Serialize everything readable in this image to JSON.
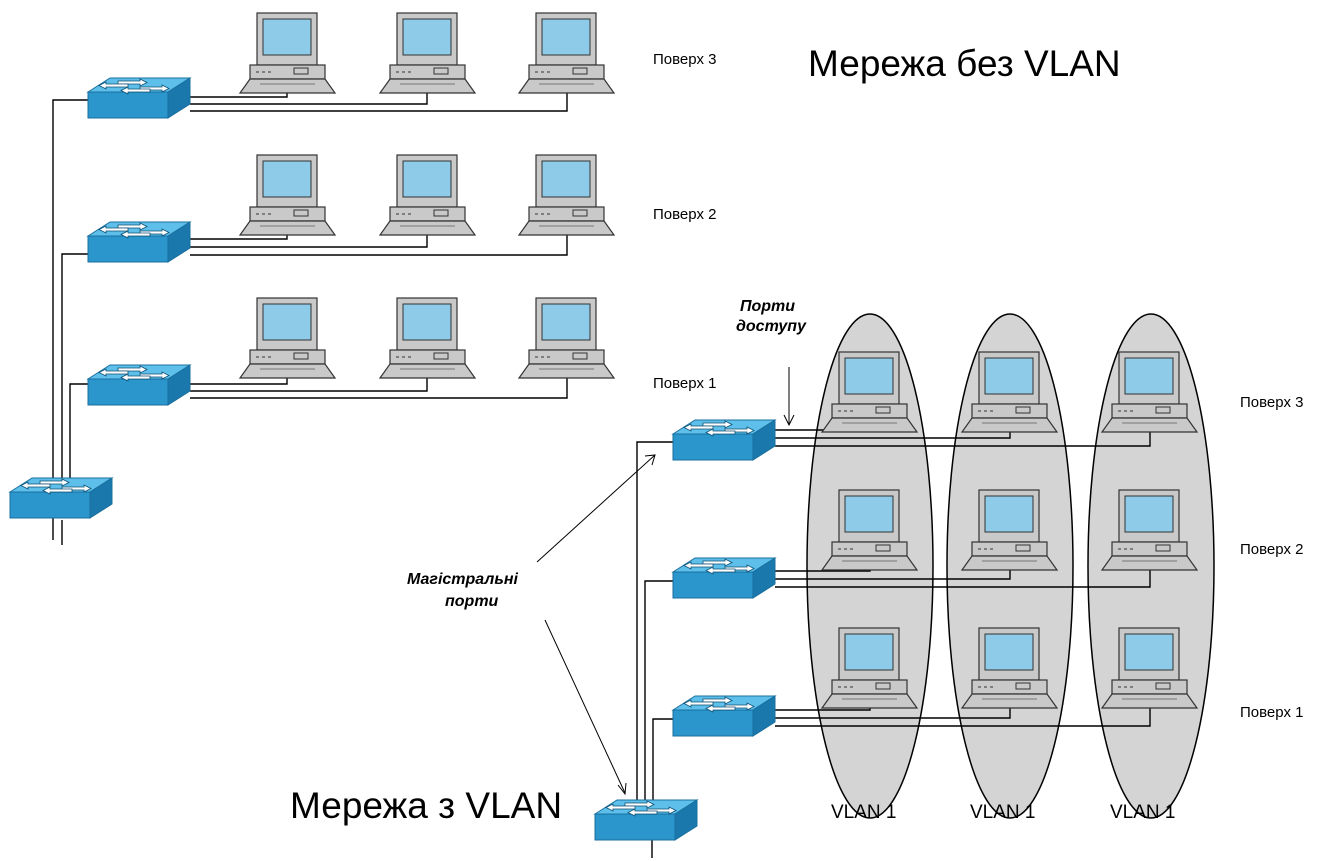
{
  "titles": {
    "top": "Мережа без VLAN",
    "bottom": "Мережа з VLAN"
  },
  "top_floors": [
    "Поверх 3",
    "Поверх 2",
    "Поверх 1"
  ],
  "bottom_floors": [
    "Поверх 3",
    "Поверх 2",
    "Поверх 1"
  ],
  "vlans": [
    "VLAN 1",
    "VLAN 1",
    "VLAN 1"
  ],
  "annotations": {
    "access_ports_line1": "Порти",
    "access_ports_line2": "доступу",
    "trunk_ports_line1": "Магістральні",
    "trunk_ports_line2": "порти"
  },
  "colors": {
    "switch_top": "#3aa7d9",
    "switch_side": "#1e7fb5",
    "screen": "#8ec9e8",
    "computer": "#c8c8c8",
    "vlan_ellipse": "#d4d4d4"
  }
}
